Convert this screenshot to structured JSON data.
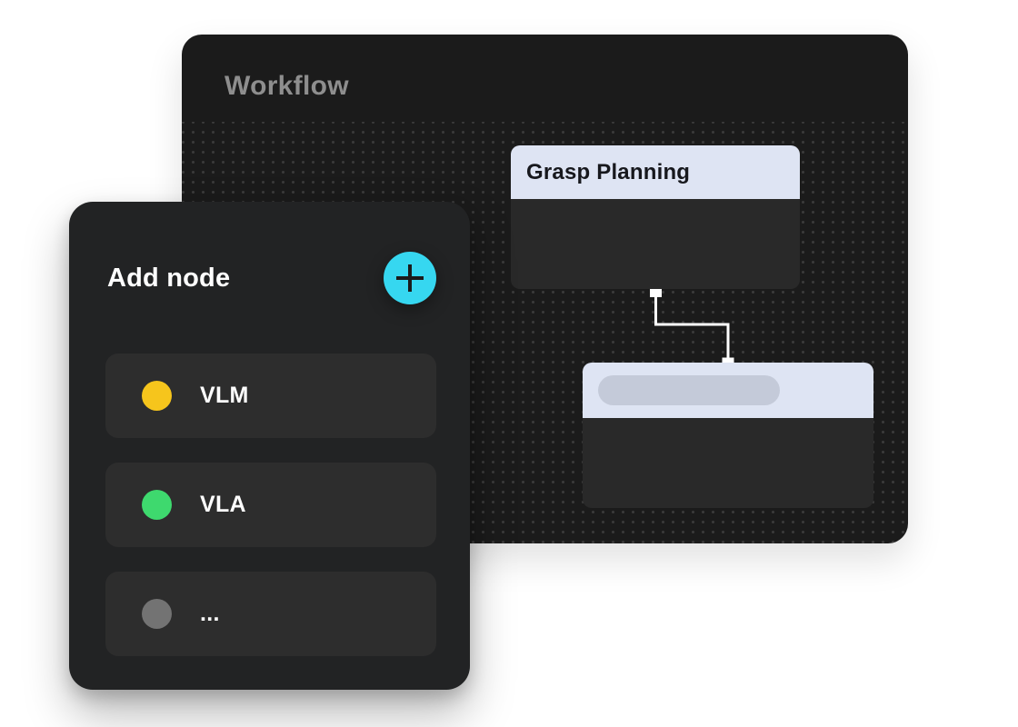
{
  "workflow_panel": {
    "title": "Workflow",
    "bg_color": "#1b1b1b",
    "title_color": "#8e8e8e",
    "grid_dot_color": "#3a3a3a"
  },
  "canvas": {
    "connector_color": "#ffffff",
    "nodes": [
      {
        "title": "Grasp Planning",
        "header_bg": "#dee4f3",
        "body_bg": "#292929"
      },
      {
        "title": "",
        "has_placeholder_pill": true,
        "pill_color": "#c4cad9",
        "header_bg": "#dee4f3",
        "body_bg": "#292929"
      }
    ]
  },
  "add_node_panel": {
    "title": "Add node",
    "bg_color": "#222324",
    "add_button": {
      "icon": "plus-icon",
      "bg_color": "#36d7f0"
    },
    "items": [
      {
        "label": "VLM",
        "dot_color": "#f6c51c"
      },
      {
        "label": "VLA",
        "dot_color": "#3ed96e"
      },
      {
        "label": "...",
        "dot_color": "#737373"
      }
    ]
  }
}
